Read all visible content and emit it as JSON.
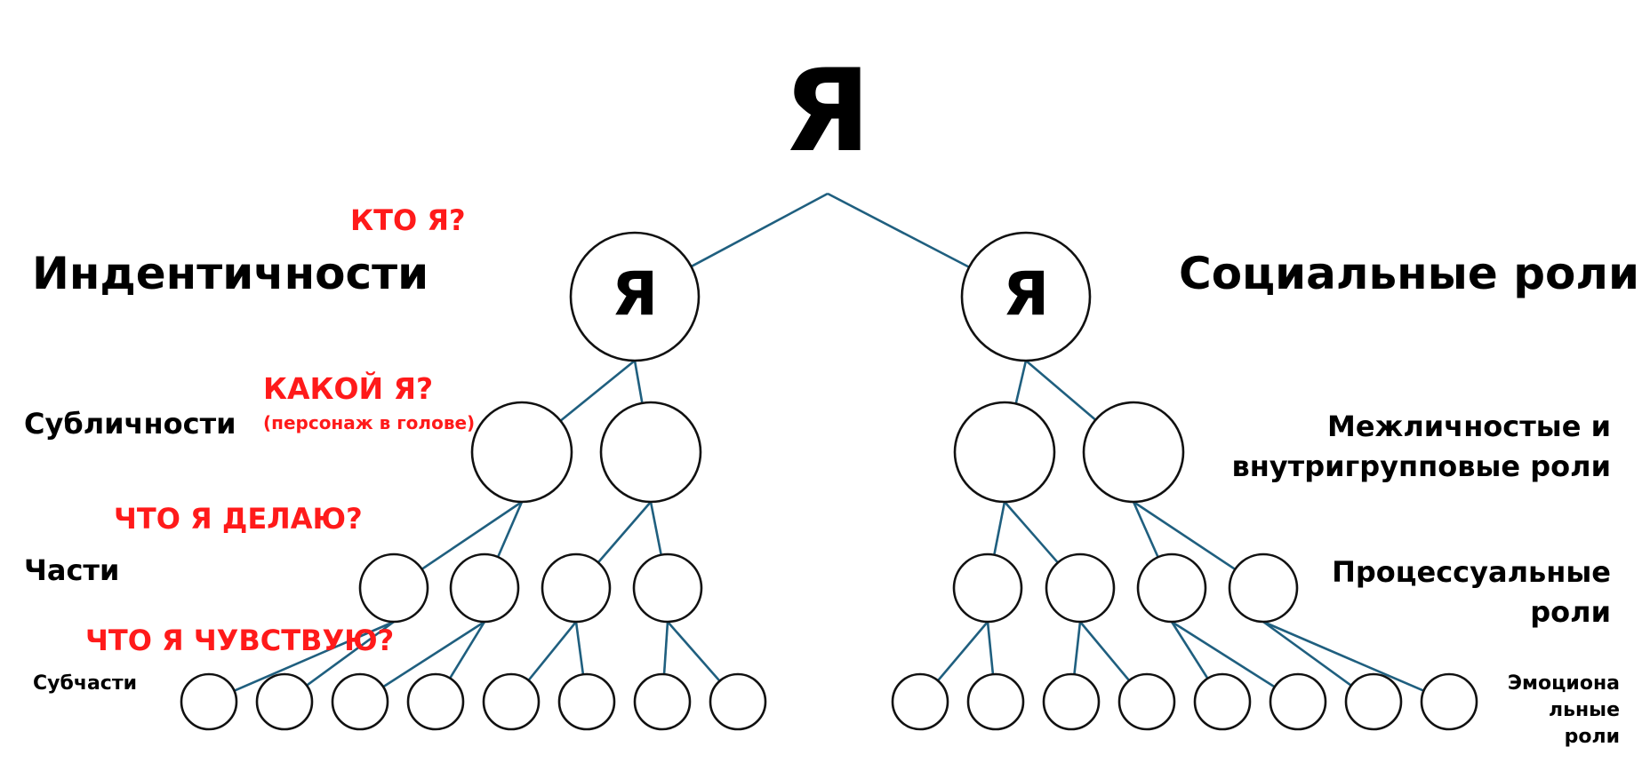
{
  "root": {
    "symbol": "Я"
  },
  "identity_branch": {
    "node_symbol": "Я",
    "title": "Индентичности",
    "question": "КТО Я?"
  },
  "role_branch": {
    "node_symbol": "Я",
    "title": "Социальные роли"
  },
  "left_levels": {
    "level2": {
      "label": "Субличности",
      "question": "КАКОЙ Я?",
      "question_note": "(персонаж в голове)"
    },
    "level3": {
      "label": "Части",
      "question": "ЧТО Я ДЕЛАЮ?"
    },
    "level4": {
      "label": "Субчасти",
      "question": "ЧТО Я ЧУВСТВУЮ?"
    }
  },
  "right_levels": {
    "level2": {
      "line1": "Межличностые и",
      "line2": "внутригрупповые роли"
    },
    "level3": {
      "line1": "Процессуальные",
      "line2": "роли"
    },
    "level4": {
      "line1": "Эмоциона",
      "line2": "льные",
      "line3": "роли"
    }
  },
  "colors": {
    "edge": "#1f5f7f",
    "question_text": "#ff1a1a",
    "node_stroke": "#111111",
    "text": "#000000"
  }
}
